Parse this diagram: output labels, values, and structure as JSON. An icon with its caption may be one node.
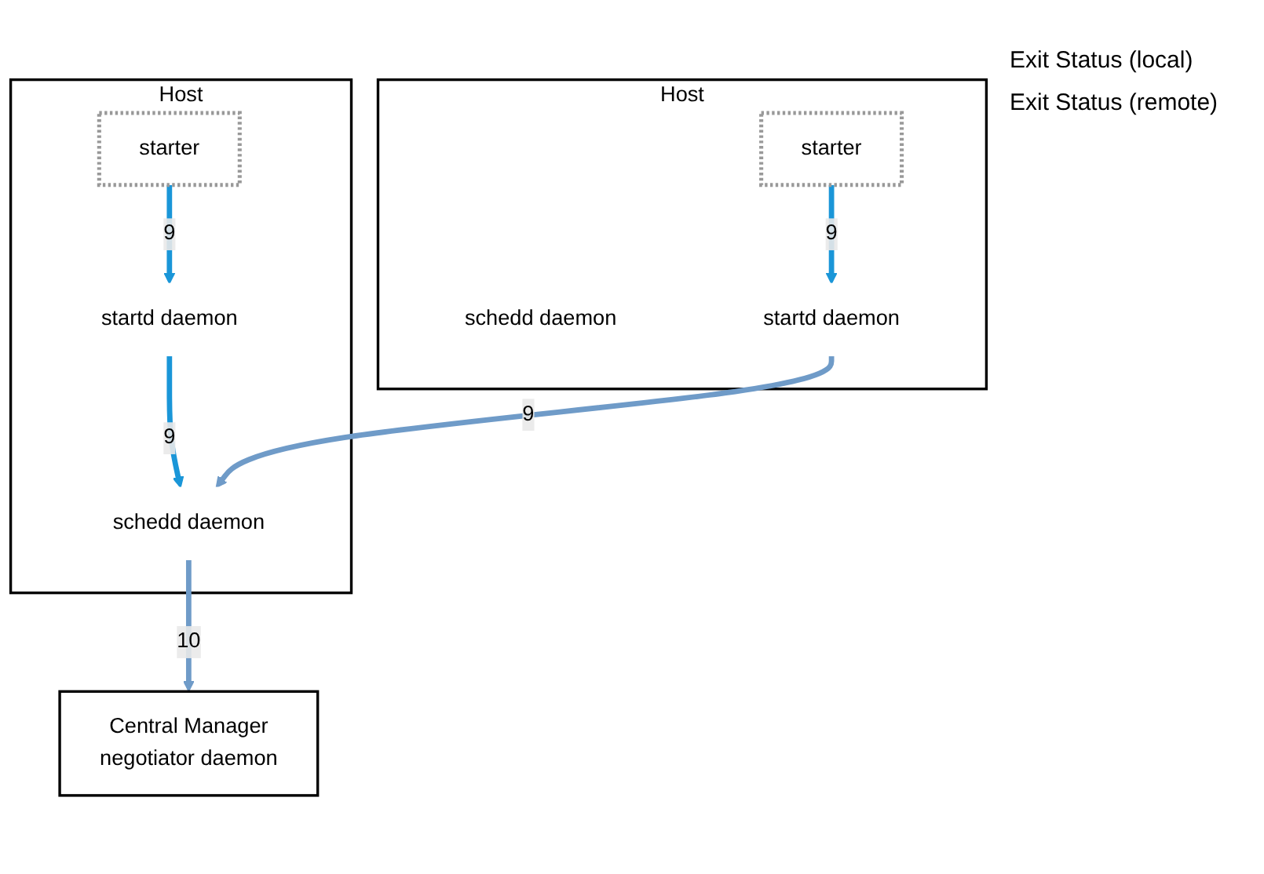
{
  "diagram": {
    "nodes": [
      {
        "text": [
          "Central Manager",
          "negotiator daemon"
        ]
      },
      {
        "text": [
          "Host"
        ]
      },
      {
        "text": [
          "starter"
        ],
        "in": 1
      },
      {
        "text": [
          "schedd daemon"
        ],
        "in": 1
      },
      {
        "text": [
          "startd daemon"
        ],
        "in": 1
      },
      {
        "text": [
          "Host"
        ]
      },
      {
        "text": [
          "starter"
        ],
        "in": 5
      },
      {
        "text": [
          "schedd daemon"
        ],
        "in": 5
      },
      {
        "text": [
          "startd daemon"
        ],
        "in": 5
      }
    ],
    "edges": [
      {
        "from": 2,
        "to": 4,
        "arrow": "to",
        "label": "9"
      },
      {
        "from": 4,
        "to": 3,
        "arrow": "to",
        "label": "9"
      },
      {
        "from": 6,
        "to": 8,
        "arrow": "to",
        "label": "9"
      },
      {
        "from": 8,
        "to": 3,
        "arrow": "to",
        "label": "9",
        "color": "#6f9bc8"
      },
      {
        "from": 3,
        "to": 0,
        "arrow": "to",
        "label": "10",
        "color": "#6f9bc8"
      }
    ],
    "labels": [
      "Exit Status (local)",
      "Exit Status (remote)"
    ]
  }
}
